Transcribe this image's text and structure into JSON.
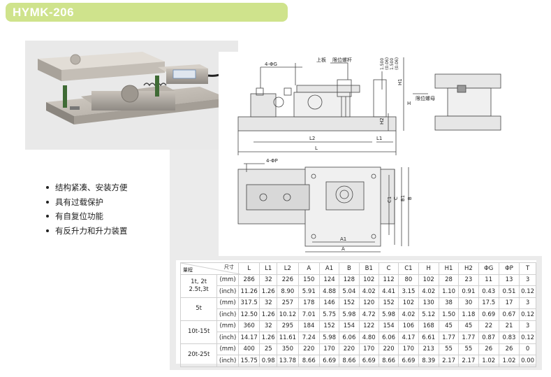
{
  "title": "HYMK-206",
  "features": [
    "结构紧凑、安装方便",
    "具有过载保护",
    "有自复位功能",
    "有反升力和升力装置"
  ],
  "drawing": {
    "labels": {
      "bolt_holes_top": "4-ΦG",
      "top_plate": "上板",
      "limit_screw": "限位螺杆",
      "dim_values": [
        "1.500",
        "(0.06)",
        "1.500",
        "(0.06)"
      ],
      "H": "H",
      "H1": "H1",
      "H2": "H2",
      "L1": "L1",
      "L2": "L2",
      "L": "L",
      "limit_nut": "限位螺母",
      "bolt_holes_bottom": "4-ΦP",
      "C1": "C1",
      "C": "C",
      "B1": "B1",
      "B": "B",
      "A1": "A1",
      "A": "A"
    }
  },
  "table": {
    "corner_top": "尺寸",
    "corner_bottom": "量程",
    "columns": [
      "L",
      "L1",
      "L2",
      "A",
      "A1",
      "B",
      "B1",
      "C",
      "C1",
      "H",
      "H1",
      "H2",
      "ΦG",
      "ΦP",
      "T"
    ],
    "groups": [
      {
        "range": "1t, 2t\n2.5t,3t",
        "rows": [
          {
            "unit": "(mm)",
            "values": [
              "286",
              "32",
              "226",
              "150",
              "124",
              "128",
              "102",
              "112",
              "80",
              "102",
              "28",
              "23",
              "11",
              "13",
              "3"
            ]
          },
          {
            "unit": "(inch)",
            "values": [
              "11.26",
              "1.26",
              "8.90",
              "5.91",
              "4.88",
              "5.04",
              "4.02",
              "4.41",
              "3.15",
              "4.02",
              "1.10",
              "0.91",
              "0.43",
              "0.51",
              "0.12"
            ]
          }
        ]
      },
      {
        "range": "5t",
        "rows": [
          {
            "unit": "(mm)",
            "values": [
              "317.5",
              "32",
              "257",
              "178",
              "146",
              "152",
              "120",
              "152",
              "102",
              "130",
              "38",
              "30",
              "17.5",
              "17",
              "3"
            ]
          },
          {
            "unit": "(inch)",
            "values": [
              "12.50",
              "1.26",
              "10.12",
              "7.01",
              "5.75",
              "5.98",
              "4.72",
              "5.98",
              "4.02",
              "5.12",
              "1.50",
              "1.18",
              "0.69",
              "0.67",
              "0.12"
            ]
          }
        ]
      },
      {
        "range": "10t-15t",
        "rows": [
          {
            "unit": "(mm)",
            "values": [
              "360",
              "32",
              "295",
              "184",
              "152",
              "154",
              "122",
              "154",
              "106",
              "168",
              "45",
              "45",
              "22",
              "21",
              "3"
            ]
          },
          {
            "unit": "(inch)",
            "values": [
              "14.17",
              "1.26",
              "11.61",
              "7.24",
              "5.98",
              "6.06",
              "4.80",
              "6.06",
              "4.17",
              "6.61",
              "1.77",
              "1.77",
              "0.87",
              "0.83",
              "0.12"
            ]
          }
        ]
      },
      {
        "range": "20t-25t",
        "rows": [
          {
            "unit": "(mm)",
            "values": [
              "400",
              "25",
              "350",
              "220",
              "170",
              "220",
              "170",
              "220",
              "170",
              "213",
              "55",
              "55",
              "26",
              "26",
              "0"
            ]
          },
          {
            "unit": "(inch)",
            "values": [
              "15.75",
              "0.98",
              "13.78",
              "8.66",
              "6.69",
              "8.66",
              "6.69",
              "8.66",
              "6.69",
              "8.39",
              "2.17",
              "2.17",
              "1.02",
              "1.02",
              "0.00"
            ]
          }
        ]
      }
    ]
  }
}
